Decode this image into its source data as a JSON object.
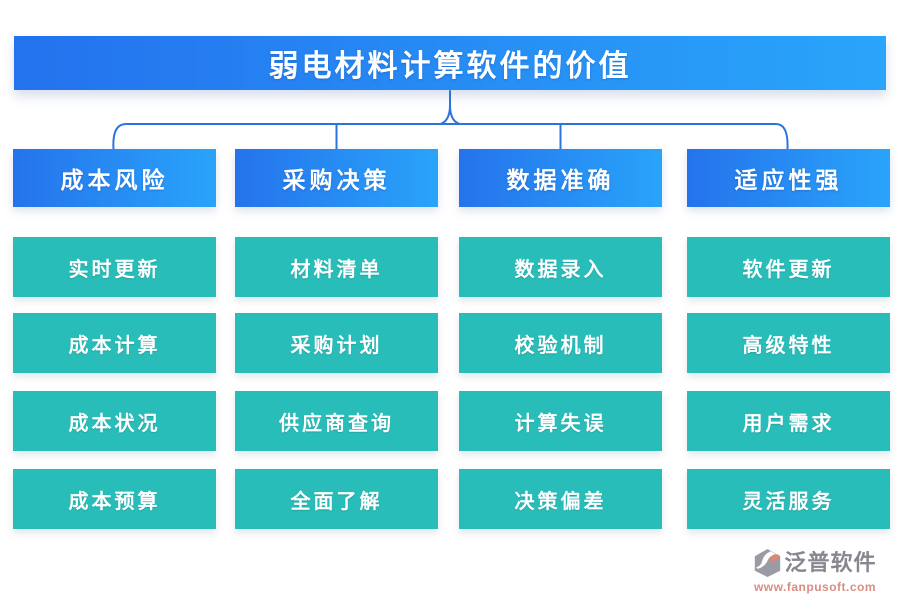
{
  "title": "弱电材料计算软件的价值",
  "columns": [
    {
      "header": "成本风险",
      "items": [
        "实时更新",
        "成本计算",
        "成本状况",
        "成本预算"
      ]
    },
    {
      "header": "采购决策",
      "items": [
        "材料清单",
        "采购计划",
        "供应商查询",
        "全面了解"
      ]
    },
    {
      "header": "数据准确",
      "items": [
        "数据录入",
        "校验机制",
        "计算失误",
        "决策偏差"
      ]
    },
    {
      "header": "适应性强",
      "items": [
        "软件更新",
        "高级特性",
        "用户需求",
        "灵活服务"
      ]
    }
  ],
  "footer": {
    "brand": "泛普软件",
    "url": "www.fanpusoft.com"
  },
  "colors": {
    "banner_gradient_start": "#2472ee",
    "banner_gradient_end": "#29a5fa",
    "item_teal": "#29bdb9",
    "connector_blue": "#2b74e0",
    "brand_gray": "#87878f",
    "brand_salmon": "#d88e83"
  }
}
